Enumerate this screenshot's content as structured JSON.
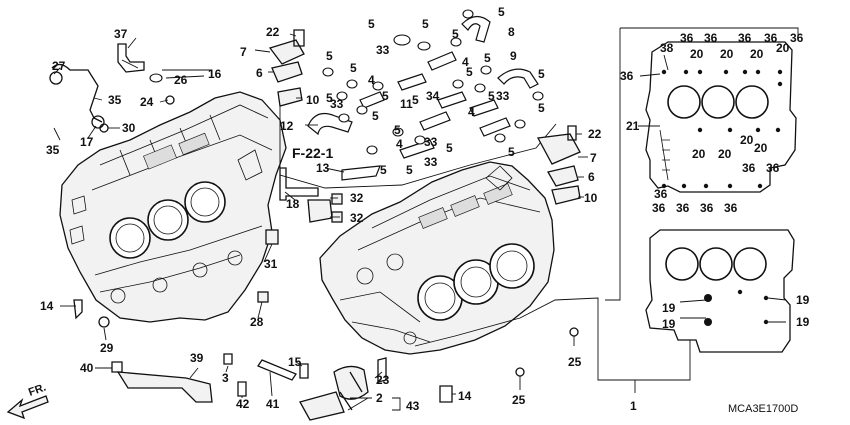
{
  "diagram": {
    "figure_code": "MCA3E1700D",
    "reference": "F-22-1",
    "direction_label": "FR.",
    "callouts": {
      "c1": "1",
      "c2": "2",
      "c3": "3",
      "c5a": "5",
      "c5b": "5",
      "c5c": "5",
      "c5d": "5",
      "c5e": "5",
      "c5f": "5",
      "c5g": "5",
      "c5h": "5",
      "c5i": "5",
      "c5j": "5",
      "c5k": "5",
      "c5l": "5",
      "c5m": "5",
      "c5n": "5",
      "c5o": "5",
      "c5p": "5",
      "c5q": "5",
      "c5r": "5",
      "c5s": "5",
      "c5t": "5",
      "c4a": "4",
      "c4b": "4",
      "c4c": "4",
      "c4d": "4",
      "c6a": "6",
      "c6b": "6",
      "c7a": "7",
      "c7b": "7",
      "c8": "8",
      "c9": "9",
      "c10a": "10",
      "c10b": "10",
      "c11": "11",
      "c12": "12",
      "c13": "13",
      "c14a": "14",
      "c14b": "14",
      "c15": "15",
      "c16": "16",
      "c17": "17",
      "c18": "18",
      "c19a": "19",
      "c19b": "19",
      "c19c": "19",
      "c19d": "19",
      "c20a": "20",
      "c20b": "20",
      "c20c": "20",
      "c20d": "20",
      "c20e": "20",
      "c20f": "20",
      "c20g": "20",
      "c20h": "20",
      "c21": "21",
      "c22a": "22",
      "c22b": "22",
      "c23": "23",
      "c24": "24",
      "c25a": "25",
      "c25b": "25",
      "c26": "26",
      "c27": "27",
      "c28": "28",
      "c29": "29",
      "c30": "30",
      "c31": "31",
      "c32a": "32",
      "c32b": "32",
      "c33a": "33",
      "c33b": "33",
      "c33c": "33",
      "c33d": "33",
      "c33e": "33",
      "c34": "34",
      "c35a": "35",
      "c35b": "35",
      "c36a": "36",
      "c36b": "36",
      "c36c": "36",
      "c36d": "36",
      "c36e": "36",
      "c36f": "36",
      "c36g": "36",
      "c36h": "36",
      "c36i": "36",
      "c36j": "36",
      "c36k": "36",
      "c36l": "36",
      "c36m": "36",
      "c37": "37",
      "c38": "38",
      "c39": "39",
      "c40": "40",
      "c41": "41",
      "c42": "42",
      "c43": "43"
    }
  }
}
